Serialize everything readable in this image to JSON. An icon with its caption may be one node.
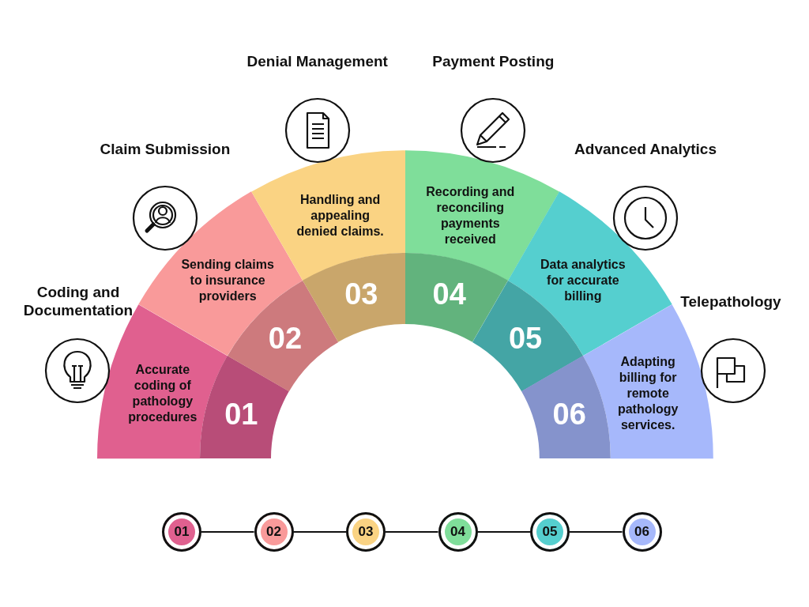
{
  "diagram": {
    "nodes": [
      {
        "text": [
          "Coding and Documentation",
          "Accurate coding of pathology procedures"
        ]
      },
      {
        "text": [
          "01"
        ]
      },
      {
        "text": [
          "Claim Submission",
          "Sending claims to insurance providers"
        ]
      },
      {
        "text": [
          "02"
        ]
      },
      {
        "text": [
          "Denial Management",
          "Handling and appealing denied claims."
        ]
      },
      {
        "text": [
          "03"
        ]
      },
      {
        "text": [
          "Payment Posting",
          "Recording and reconciling payments received"
        ]
      },
      {
        "text": [
          "04"
        ]
      },
      {
        "text": [
          "Advanced Analytics",
          "Data analytics for accurate billing"
        ]
      },
      {
        "text": [
          "05"
        ]
      },
      {
        "text": [
          "Telepathology",
          "Adapting billing for remote pathology services."
        ]
      },
      {
        "text": [
          "06"
        ]
      },
      {
        "text": [
          "01"
        ]
      },
      {
        "text": [
          "02"
        ]
      },
      {
        "text": [
          "03"
        ]
      },
      {
        "text": [
          "04"
        ]
      },
      {
        "text": [
          "05"
        ]
      },
      {
        "text": [
          "06"
        ]
      }
    ],
    "edges": [
      {
        "from": 12,
        "to": 13,
        "arrow": "none"
      },
      {
        "from": 13,
        "to": 14,
        "arrow": "none"
      },
      {
        "from": 14,
        "to": 15,
        "arrow": "none"
      },
      {
        "from": 15,
        "to": 16,
        "arrow": "none"
      },
      {
        "from": 16,
        "to": 17,
        "arrow": "none"
      }
    ]
  }
}
